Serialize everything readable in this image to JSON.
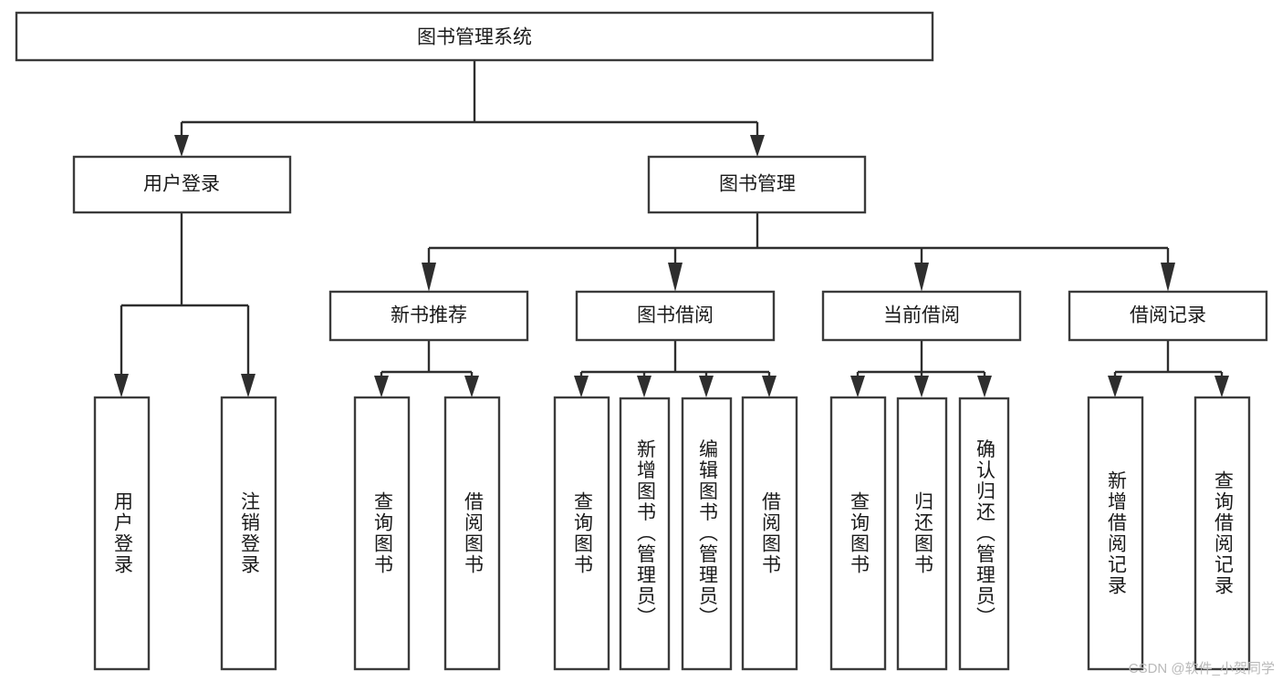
{
  "diagram": {
    "type": "tree",
    "title": "图书管理系统",
    "orientation": "top-down",
    "colors": {
      "box_stroke": "#3b3b3b",
      "box_fill": "#ffffff",
      "connector": "#2e2e2e",
      "text": "#1a1a1a",
      "watermark": "#b9b9b9",
      "background": "#ffffff"
    },
    "root": {
      "id": "root",
      "label": "图书管理系统",
      "orientation": "horizontal"
    },
    "level2": [
      {
        "id": "user-login",
        "label": "用户登录",
        "orientation": "horizontal"
      },
      {
        "id": "book-manage",
        "label": "图书管理",
        "orientation": "horizontal"
      }
    ],
    "level3": [
      {
        "id": "new-book-rec",
        "label": "新书推荐",
        "orientation": "horizontal",
        "parent": "book-manage"
      },
      {
        "id": "book-borrow",
        "label": "图书借阅",
        "orientation": "horizontal",
        "parent": "book-manage"
      },
      {
        "id": "current-borrow",
        "label": "当前借阅",
        "orientation": "horizontal",
        "parent": "book-manage"
      },
      {
        "id": "borrow-record",
        "label": "借阅记录",
        "orientation": "horizontal",
        "parent": "book-manage"
      }
    ],
    "leaves": [
      {
        "id": "leaf-user-login",
        "label": "用户登录",
        "orientation": "vertical",
        "parent": "user-login"
      },
      {
        "id": "leaf-logout",
        "label": "注销登录",
        "orientation": "vertical",
        "parent": "user-login"
      },
      {
        "id": "leaf-query-book-1",
        "label": "查询图书",
        "orientation": "vertical",
        "parent": "new-book-rec"
      },
      {
        "id": "leaf-borrow-book-1",
        "label": "借阅图书",
        "orientation": "vertical",
        "parent": "new-book-rec"
      },
      {
        "id": "leaf-query-book-2",
        "label": "查询图书",
        "orientation": "vertical",
        "parent": "book-borrow"
      },
      {
        "id": "leaf-add-book",
        "label": "新增图书（管理员）",
        "orientation": "vertical",
        "parent": "book-borrow"
      },
      {
        "id": "leaf-edit-book",
        "label": "编辑图书（管理员）",
        "orientation": "vertical",
        "parent": "book-borrow"
      },
      {
        "id": "leaf-borrow-book-2",
        "label": "借阅图书",
        "orientation": "vertical",
        "parent": "book-borrow"
      },
      {
        "id": "leaf-query-book-3",
        "label": "查询图书",
        "orientation": "vertical",
        "parent": "current-borrow"
      },
      {
        "id": "leaf-return-book",
        "label": "归还图书",
        "orientation": "vertical",
        "parent": "current-borrow"
      },
      {
        "id": "leaf-confirm-return",
        "label": "确认归还（管理员）",
        "orientation": "vertical",
        "parent": "current-borrow"
      },
      {
        "id": "leaf-add-record",
        "label": "新增借阅记录",
        "orientation": "vertical",
        "parent": "borrow-record"
      },
      {
        "id": "leaf-query-record",
        "label": "查询借阅记录",
        "orientation": "vertical",
        "parent": "borrow-record"
      }
    ]
  },
  "watermark": {
    "text": "CSDN @软件_小贺同学"
  }
}
